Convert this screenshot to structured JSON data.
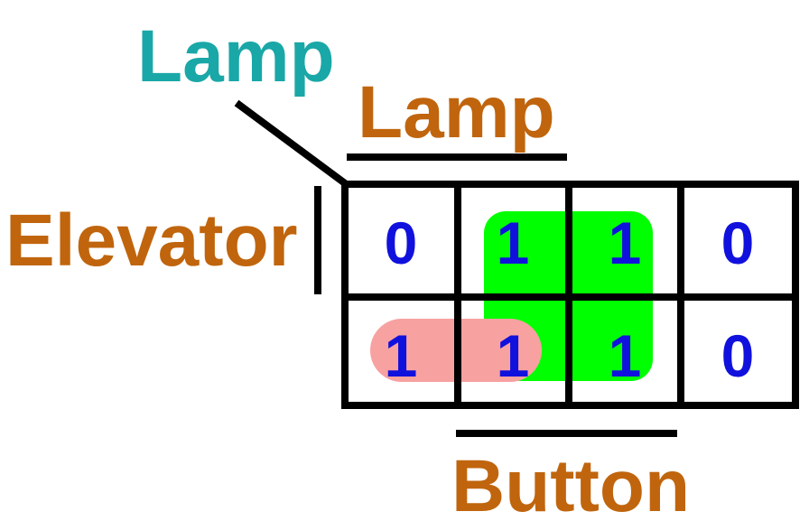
{
  "labels": {
    "lamp_diagonal": "Lamp",
    "lamp_column": "Lamp",
    "elevator_row": "Elevator",
    "button_column": "Button"
  },
  "colors": {
    "lamp_diagonal": "#1aa7a7",
    "variable_label": "#c0650d",
    "cell_value": "#1111dd",
    "grid": "#000000",
    "group_green": "#00ff00",
    "group_pink": "#f7a1a1"
  },
  "kmap": {
    "rows": [
      [
        "0",
        "1",
        "1",
        "0"
      ],
      [
        "1",
        "1",
        "1",
        "0"
      ]
    ],
    "groups": [
      {
        "name": "green-group",
        "cells": [
          [
            0,
            1
          ],
          [
            0,
            2
          ],
          [
            1,
            1
          ],
          [
            1,
            2
          ]
        ]
      },
      {
        "name": "pink-group",
        "cells": [
          [
            1,
            0
          ],
          [
            1,
            1
          ]
        ]
      }
    ]
  }
}
